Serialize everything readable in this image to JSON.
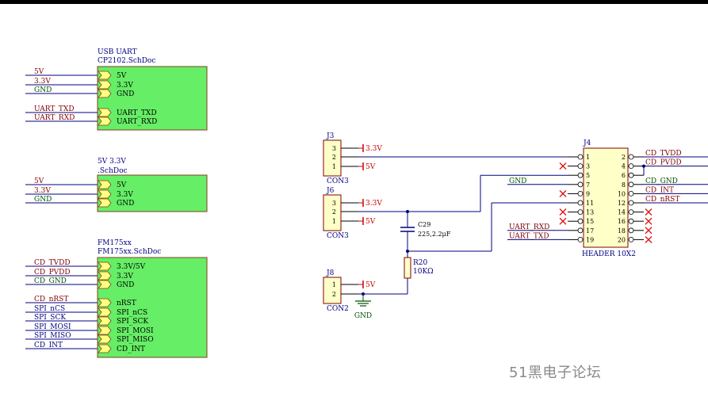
{
  "colors": {
    "sheet_fill": "#66ee66",
    "sheet_border": "#804020",
    "wire": "#000080",
    "net_label": "#800000",
    "gnd_net": "#005000",
    "pin": "#000000",
    "power_port": "#cc0000",
    "nc_mark": "#dd0000",
    "component_fill": "#ffffc8",
    "component_border": "#800000",
    "text": "#000080",
    "watermark": "#8a8a8a"
  },
  "sheets": [
    {
      "title_line1": "USB     UART",
      "title_line2": "CP2102.SchDoc",
      "ports": [
        "5V",
        "3.3V",
        "GND",
        "UART_TXD",
        "UART_RXD"
      ],
      "nets": [
        "5V",
        "3.3V",
        "GND",
        "UART_TXD",
        "UART_RXD"
      ]
    },
    {
      "title_line1": "5V      3.3V",
      "title_line2": ".SchDoc",
      "ports": [
        "5V",
        "3.3V",
        "GND"
      ],
      "nets": [
        "5V",
        "3.3V",
        "GND"
      ]
    },
    {
      "title_line1": "FM175xx",
      "title_line2": "FM175xx.SchDoc",
      "ports": [
        "3.3V/5V",
        "3.3V",
        "GND",
        "nRST",
        "SPI_nCS",
        "SPI_SCK",
        "SPI_MOSI",
        "SPI_MISO",
        "CD_INT"
      ],
      "nets": [
        "CD_TVDD",
        "CD_PVDD",
        "CD_GND",
        "CD_nRST",
        "SPI_nCS",
        "SPI_SCK",
        "SPI_MOSI",
        "SPI_MISO",
        "CD_INT"
      ]
    }
  ],
  "connectors": [
    {
      "designator": "J3",
      "type": "CON3",
      "pins": [
        "3",
        "2",
        "1"
      ],
      "nets": [
        "3.3V",
        "",
        "5V"
      ]
    },
    {
      "designator": "J6",
      "type": "CON3",
      "pins": [
        "3",
        "2",
        "1"
      ],
      "nets": [
        "3.3V",
        "",
        "5V"
      ]
    },
    {
      "designator": "J8",
      "type": "CON2",
      "pins": [
        "1",
        "2"
      ],
      "nets": [
        "5V",
        ""
      ]
    }
  ],
  "capacitor": {
    "designator": "C29",
    "value": "225,2.2μF"
  },
  "resistor": {
    "designator": "R20",
    "value": "10KΩ"
  },
  "gnd_symbol_label": "GND",
  "header": {
    "designator": "J4",
    "type": "HEADER 10X2",
    "left_pins": [
      "1",
      "3",
      "5",
      "7",
      "9",
      "11",
      "13",
      "15",
      "17",
      "19"
    ],
    "right_pins": [
      "2",
      "4",
      "6",
      "8",
      "10",
      "12",
      "14",
      "16",
      "18",
      "20"
    ],
    "left_nets": [
      "",
      "",
      "",
      "GND",
      "",
      "",
      "",
      "",
      "UART_RXD",
      "UART_TXD"
    ],
    "right_nets": [
      "CD_TVDD",
      "CD_PVDD",
      "",
      "CD_GND",
      "CD_INT",
      "CD_nRST",
      "",
      "",
      "",
      ""
    ]
  },
  "watermark": "51黑电子论坛"
}
